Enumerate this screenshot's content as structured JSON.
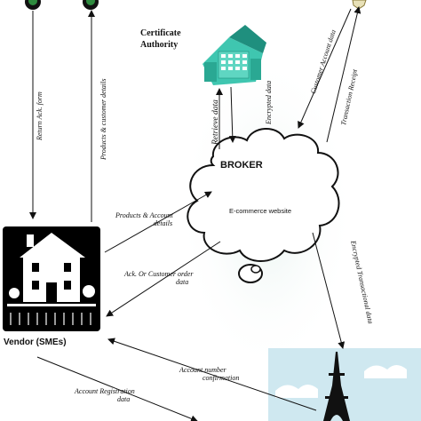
{
  "nodes": {
    "certificate_authority": "Certificate\nAuthority",
    "broker": "BROKER",
    "ecommerce": "E-commerce website",
    "vendor": "Vendor (SMEs)"
  },
  "edges": {
    "return_ack": "Return Ack. form",
    "products_customer": "Products & customer details",
    "retrieve_data": "Retrieve data",
    "encrypted_data": "Encrypted data",
    "customer_account": "Customer Account data",
    "transaction_receipt": "Transaction Receipt",
    "products_account_1": "Products & Account",
    "products_account_2": "details",
    "ack_customer_1": "Ack. Or Customer order",
    "ack_customer_2": "data",
    "encrypted_transactional": "Encrypted Transactional data",
    "account_number_1": "Account number",
    "account_number_2": "confirmation",
    "account_registration_1": "Account Registration",
    "account_registration_2": "data"
  },
  "colors": {
    "line": "#111111",
    "building": "#3fc6b0",
    "building_dark": "#1f8f7e",
    "sky": "#cfe8f0",
    "icon_green": "#2e8b3e"
  }
}
